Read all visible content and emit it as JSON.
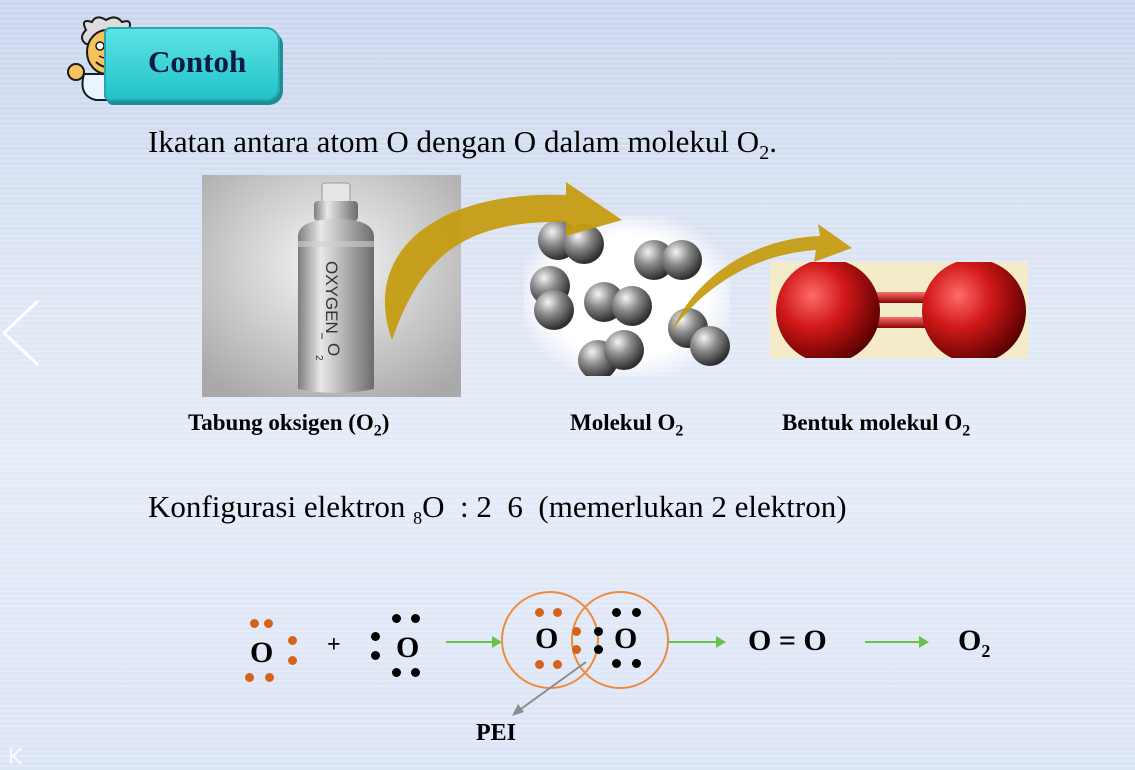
{
  "header": {
    "badge_label": "Contoh"
  },
  "intro": {
    "text": "Ikatan antara atom O dengan O dalam molekul O",
    "sub": "2",
    "end": "."
  },
  "captions": [
    {
      "text": "Tabung oksigen (O",
      "sub": "2",
      "end": ")"
    },
    {
      "text": "Molekul O",
      "sub": "2",
      "end": ""
    },
    {
      "text": "Bentuk molekul O",
      "sub": "2",
      "end": ""
    }
  ],
  "cylinder": {
    "label": "OXYGEN",
    "formula": "O",
    "sub": "2"
  },
  "config": {
    "prefix": "Konfigurasi elektron ",
    "atomic_number": "8",
    "element": "O",
    "rest": "  : 2  6  (memerlukan 2 elektron)"
  },
  "lewis": {
    "atom": "O",
    "plus": "+",
    "double_bond": "O = O",
    "product": "O",
    "product_sub": "2",
    "pei_label": "PEI"
  },
  "colors": {
    "badge": "#2ccfd4",
    "arrow_gold": "#c49a0c",
    "reaction_arrow": "#6cc04a",
    "electron_orange": "#d4631b",
    "circle": "#ee8a3c",
    "atom_red": "#c41616"
  }
}
